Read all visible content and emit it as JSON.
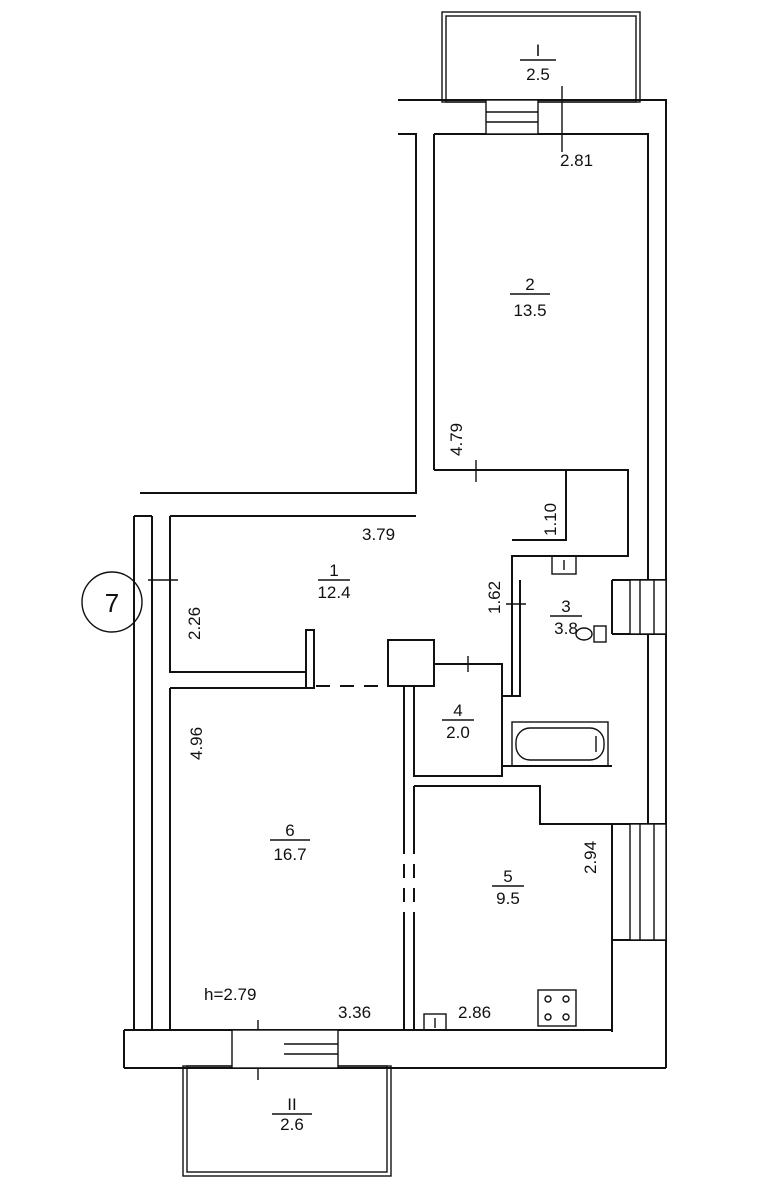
{
  "floor_plan": {
    "marker": "7",
    "ceiling_height": "h=2.79",
    "rooms": [
      {
        "number": "1",
        "area": "12.4"
      },
      {
        "number": "2",
        "area": "13.5"
      },
      {
        "number": "3",
        "area": "3.8"
      },
      {
        "number": "4",
        "area": "2.0"
      },
      {
        "number": "5",
        "area": "9.5"
      },
      {
        "number": "6",
        "area": "16.7"
      }
    ],
    "balconies": [
      {
        "number": "I",
        "area": "2.5"
      },
      {
        "number": "II",
        "area": "2.6"
      }
    ],
    "dimensions": {
      "balcony_1_width": "2.81",
      "room_2_length": "4.79",
      "room_1_width": "3.79",
      "room_1_depth": "2.26",
      "corridor_length": "1.10",
      "bath_width": "1.62",
      "room_6_length": "4.96",
      "room_6_width": "3.36",
      "room_5_length": "2.94",
      "room_5_width": "2.86"
    }
  }
}
